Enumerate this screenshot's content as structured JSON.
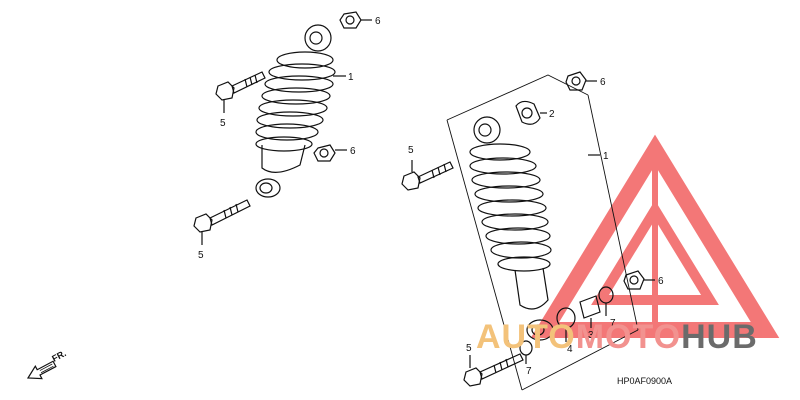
{
  "diagram": {
    "part_labels": {
      "left_nut_top": "6",
      "left_shock": "1",
      "left_bolt_top": "5",
      "left_nut_mid": "6",
      "left_bolt_bottom": "5",
      "right_nut_top": "6",
      "right_bushing_top": "2",
      "right_shock": "1",
      "right_bolt_top": "5",
      "right_nut_bottom": "6",
      "right_collar": "3",
      "right_washer_a": "7",
      "right_bushing_bottom": "4",
      "right_washer_b": "7",
      "right_bolt_bottom": "5"
    },
    "diagram_code": "HP0AF0900A",
    "direction_label": "FR.",
    "direction_icon": "front-arrow-icon"
  },
  "watermark": {
    "part_a": "AUTO",
    "part_b": "MOTO",
    "part_c": "HUB",
    "logo_icon": "triangle-logo-icon",
    "colors": {
      "auto": "#f3c27a",
      "moto": "#f2928f",
      "hub": "#6b6b6b",
      "logo": "#f04a4a"
    }
  }
}
